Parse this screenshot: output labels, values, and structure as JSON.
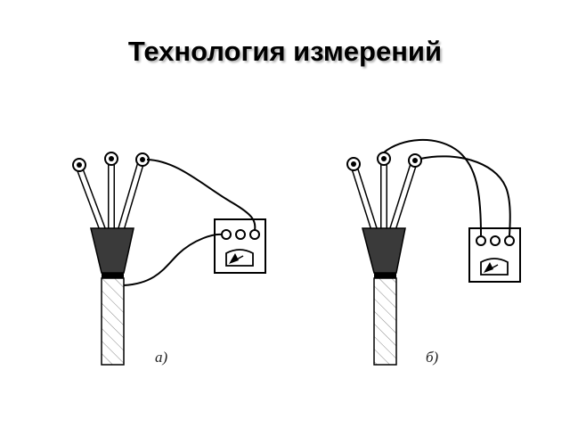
{
  "slide": {
    "title": "Технология измерений"
  },
  "diagrams": [
    {
      "caption": "а)",
      "meter_terminals": 3,
      "cable_conductors": 3
    },
    {
      "caption": "б)",
      "meter_terminals": 3,
      "cable_conductors": 3
    }
  ],
  "colors": {
    "ink": "#000000",
    "background": "#ffffff",
    "title_shadow": "#b5b5b5",
    "hatch": "#888888"
  }
}
